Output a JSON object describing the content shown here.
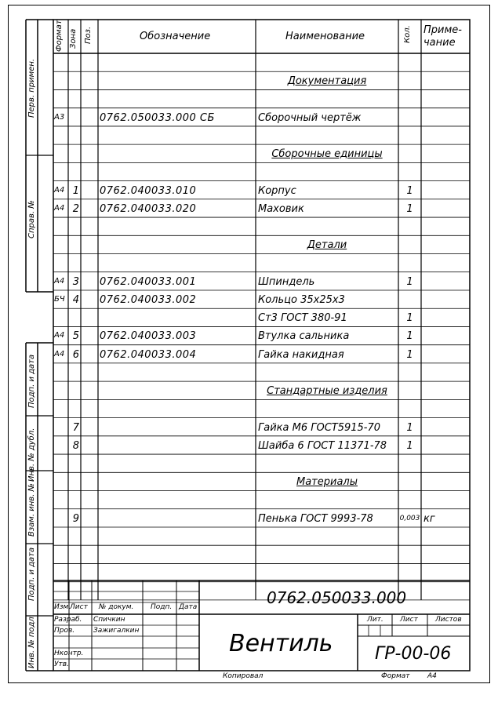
{
  "side_labels": {
    "perv_primen": "Перв. примен.",
    "sprav_no": "Справ. №",
    "podp_data_1": "Подп. и дата",
    "inv_dubl": "Инв. № дубл.",
    "vzam_inv": "Взам. инв. №",
    "podp_data_2": "Подп. и дата",
    "inv_podl": "Инв. № подл."
  },
  "header": {
    "format": "Формат",
    "zona": "Зона",
    "poz": "Поз.",
    "designation": "Обозначение",
    "name": "Наименование",
    "qty": "Кол.",
    "note_line1": "Приме-",
    "note_line2": "чание"
  },
  "rows": [
    {
      "fmt": "",
      "poz": "",
      "des": "",
      "name": "",
      "qty": "",
      "note": "",
      "section": false
    },
    {
      "fmt": "",
      "poz": "",
      "des": "",
      "name": "Документация",
      "qty": "",
      "note": "",
      "section": true
    },
    {
      "fmt": "",
      "poz": "",
      "des": "",
      "name": "",
      "qty": "",
      "note": "",
      "section": false
    },
    {
      "fmt": "А3",
      "poz": "",
      "des": "0762.050033.000  СБ",
      "name": "Сборочный  чертёж",
      "qty": "",
      "note": "",
      "section": false
    },
    {
      "fmt": "",
      "poz": "",
      "des": "",
      "name": "",
      "qty": "",
      "note": "",
      "section": false
    },
    {
      "fmt": "",
      "poz": "",
      "des": "",
      "name": "Сборочные  единицы",
      "qty": "",
      "note": "",
      "section": true
    },
    {
      "fmt": "",
      "poz": "",
      "des": "",
      "name": "",
      "qty": "",
      "note": "",
      "section": false
    },
    {
      "fmt": "А4",
      "poz": "1",
      "des": "0762.040033.010",
      "name": "Корпус",
      "qty": "1",
      "note": "",
      "section": false
    },
    {
      "fmt": "А4",
      "poz": "2",
      "des": "0762.040033.020",
      "name": "Маховик",
      "qty": "1",
      "note": "",
      "section": false
    },
    {
      "fmt": "",
      "poz": "",
      "des": "",
      "name": "",
      "qty": "",
      "note": "",
      "section": false
    },
    {
      "fmt": "",
      "poz": "",
      "des": "",
      "name": "Детали",
      "qty": "",
      "note": "",
      "section": true
    },
    {
      "fmt": "",
      "poz": "",
      "des": "",
      "name": "",
      "qty": "",
      "note": "",
      "section": false
    },
    {
      "fmt": "А4",
      "poz": "3",
      "des": "0762.040033.001",
      "name": "Шпиндель",
      "qty": "1",
      "note": "",
      "section": false
    },
    {
      "fmt": "БЧ",
      "poz": "4",
      "des": "0762.040033.002",
      "name": "Кольцо  35х25х3",
      "qty": "",
      "note": "",
      "section": false
    },
    {
      "fmt": "",
      "poz": "",
      "des": "",
      "name": "Ст3  ГОСТ  380-91",
      "qty": "1",
      "note": "",
      "section": false
    },
    {
      "fmt": "А4",
      "poz": "5",
      "des": "0762.040033.003",
      "name": "Втулка  сальника",
      "qty": "1",
      "note": "",
      "section": false
    },
    {
      "fmt": "А4",
      "poz": "6",
      "des": "0762.040033.004",
      "name": "Гайка  накидная",
      "qty": "1",
      "note": "",
      "section": false
    },
    {
      "fmt": "",
      "poz": "",
      "des": "",
      "name": "",
      "qty": "",
      "note": "",
      "section": false
    },
    {
      "fmt": "",
      "poz": "",
      "des": "",
      "name": "Стандартные  изделия",
      "qty": "",
      "note": "",
      "section": true
    },
    {
      "fmt": "",
      "poz": "",
      "des": "",
      "name": "",
      "qty": "",
      "note": "",
      "section": false
    },
    {
      "fmt": "",
      "poz": "7",
      "des": "",
      "name": "Гайка  М6  ГОСТ5915-70",
      "qty": "1",
      "note": "",
      "section": false
    },
    {
      "fmt": "",
      "poz": "8",
      "des": "",
      "name": "Шайба  6  ГОСТ  11371-78",
      "qty": "1",
      "note": "",
      "section": false
    },
    {
      "fmt": "",
      "poz": "",
      "des": "",
      "name": "",
      "qty": "",
      "note": "",
      "section": false
    },
    {
      "fmt": "",
      "poz": "",
      "des": "",
      "name": "Материалы",
      "qty": "",
      "note": "",
      "section": true
    },
    {
      "fmt": "",
      "poz": "",
      "des": "",
      "name": "",
      "qty": "",
      "note": "",
      "section": false
    },
    {
      "fmt": "",
      "poz": "9",
      "des": "",
      "name": "Пенька  ГОСТ  9993-78",
      "qty": "0,003",
      "note": "кг",
      "section": false
    },
    {
      "fmt": "",
      "poz": "",
      "des": "",
      "name": "",
      "qty": "",
      "note": "",
      "section": false
    },
    {
      "fmt": "",
      "poz": "",
      "des": "",
      "name": "",
      "qty": "",
      "note": "",
      "section": false
    },
    {
      "fmt": "",
      "poz": "",
      "des": "",
      "name": "",
      "qty": "",
      "note": "",
      "section": false
    },
    {
      "fmt": "",
      "poz": "",
      "des": "",
      "name": "",
      "qty": "",
      "note": "",
      "section": false
    }
  ],
  "title_block": {
    "col_izm": "Изм.",
    "col_list": "Лист",
    "col_ndokum": "№ докум.",
    "col_podp": "Подп.",
    "col_data": "Дата",
    "row_razrab": "Разраб.",
    "row_prov": "Пров.",
    "row_nkontr": "Нконтр.",
    "row_utv": "Утв.",
    "razrab_name": "Спичкин",
    "prov_name": "Зажигалкин",
    "document_code": "0762.050033.000",
    "document_title": "Вентиль",
    "lit": "Лит.",
    "list": "Лист",
    "listov": "Листов",
    "group": "ГР-00-06",
    "kopiroval": "Копировал",
    "format": "Формат",
    "format_value": "А4"
  }
}
